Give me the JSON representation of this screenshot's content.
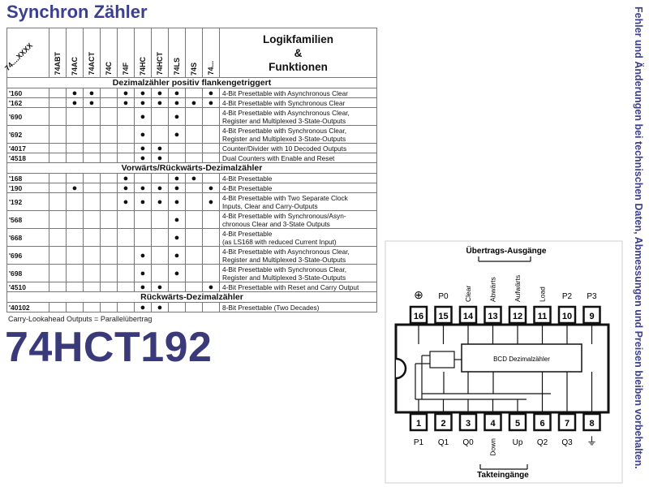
{
  "title": "Synchron Zähler",
  "part_number": "74HCT192",
  "footnote": "Carry-Lookahead Outputs = Parallelübertrag",
  "side_note": "Fehler und Änderungen bei technischen Daten, Abmessungen und Preisen bleiben vorbehalten.",
  "table": {
    "corner_label": "74....XXXX",
    "families": [
      "74ABT",
      "74AC",
      "74ACT",
      "74C",
      "74F",
      "74HC",
      "74HCT",
      "74LS",
      "74S",
      "74..."
    ],
    "func_header": [
      "Logikfamilien",
      "&",
      "Funktionen"
    ],
    "sections": [
      {
        "title": "Dezimalzähler positiv flankengetriggert",
        "rows": [
          {
            "part": "'160",
            "func": [
              "4-Bit Presettable with Asynchronous Clear"
            ],
            "dots": [
              0,
              1,
              1,
              0,
              1,
              1,
              1,
              1,
              0,
              1
            ]
          },
          {
            "part": "'162",
            "func": [
              "4-Bit Presettable with Synchronous Clear"
            ],
            "dots": [
              0,
              1,
              1,
              0,
              1,
              1,
              1,
              1,
              1,
              1
            ]
          },
          {
            "part": "'690",
            "func": [
              "4-Bit Presettable with Asynchronous Clear,",
              "Register and Multiplexed 3-State-Outputs"
            ],
            "dots": [
              0,
              0,
              0,
              0,
              0,
              1,
              0,
              1,
              0,
              0
            ]
          },
          {
            "part": "'692",
            "func": [
              "4-Bit Presettable with Synchronous Clear,",
              "Register and Multiplexed 3-State-Outputs"
            ],
            "dots": [
              0,
              0,
              0,
              0,
              0,
              1,
              0,
              1,
              0,
              0
            ]
          },
          {
            "part": "'4017",
            "func": [
              "Counter/Divider with 10 Decoded Outputs"
            ],
            "dots": [
              0,
              0,
              0,
              0,
              0,
              1,
              1,
              0,
              0,
              0
            ]
          },
          {
            "part": "'4518",
            "func": [
              "Dual Counters with Enable and Reset"
            ],
            "dots": [
              0,
              0,
              0,
              0,
              0,
              1,
              1,
              0,
              0,
              0
            ]
          }
        ]
      },
      {
        "title": "Vorwärts/Rückwärts-Dezimalzähler",
        "rows": [
          {
            "part": "'168",
            "func": [
              "4-Bit Presettable"
            ],
            "dots": [
              0,
              0,
              0,
              0,
              1,
              0,
              0,
              1,
              1,
              0
            ]
          },
          {
            "part": "'190",
            "func": [
              "4-Bit Presettable"
            ],
            "dots": [
              0,
              1,
              0,
              0,
              1,
              1,
              1,
              1,
              0,
              1
            ]
          },
          {
            "part": "'192",
            "func": [
              "4-Bit Presettable with Two Separate Clock",
              "Inputs, Clear and Carry-Outputs"
            ],
            "dots": [
              0,
              0,
              0,
              0,
              1,
              1,
              1,
              1,
              0,
              1
            ]
          },
          {
            "part": "'568",
            "func": [
              "4-Bit Presettable with Synchronous/Asyn-",
              "chronous Clear and 3-State Outputs"
            ],
            "dots": [
              0,
              0,
              0,
              0,
              0,
              0,
              0,
              1,
              0,
              0
            ]
          },
          {
            "part": "'668",
            "func": [
              "4-Bit Presettable",
              "(as LS168 with reduced Current Input)"
            ],
            "dots": [
              0,
              0,
              0,
              0,
              0,
              0,
              0,
              1,
              0,
              0
            ]
          },
          {
            "part": "'696",
            "func": [
              "4-Bit Presettable with Asynchronous Clear,",
              "Register and Multiplexed 3-State-Outputs"
            ],
            "dots": [
              0,
              0,
              0,
              0,
              0,
              1,
              0,
              1,
              0,
              0
            ]
          },
          {
            "part": "'698",
            "func": [
              "4-Bit Presettable with Synchronous Clear,",
              "Register and Multiplexed 3-State-Outputs"
            ],
            "dots": [
              0,
              0,
              0,
              0,
              0,
              1,
              0,
              1,
              0,
              0
            ]
          },
          {
            "part": "'4510",
            "func": [
              "4-Bit Presettable with Reset and Carry Output"
            ],
            "dots": [
              0,
              0,
              0,
              0,
              0,
              1,
              1,
              0,
              0,
              1
            ]
          }
        ]
      },
      {
        "title": "Rückwärts-Dezimalzähler",
        "rows": [
          {
            "part": "'40102",
            "func": [
              "8-Bit Presettable (Two Decades)"
            ],
            "dots": [
              0,
              0,
              0,
              0,
              0,
              1,
              1,
              0,
              0,
              0
            ]
          }
        ]
      }
    ]
  },
  "pinout": {
    "top_group": "Übertrags-Ausgänge",
    "bottom_group": "Takteingänge",
    "block_label": "BCD Dezimalzähler",
    "top_pins": [
      {
        "num": "16",
        "label": "⊕"
      },
      {
        "num": "15",
        "label": "P0"
      },
      {
        "num": "14",
        "label": "Clear"
      },
      {
        "num": "13",
        "label": "Abwärts"
      },
      {
        "num": "12",
        "label": "Aufwärts"
      },
      {
        "num": "11",
        "label": "Load"
      },
      {
        "num": "10",
        "label": "P2"
      },
      {
        "num": "9",
        "label": "P3"
      }
    ],
    "bottom_pins": [
      {
        "num": "1",
        "label": "P1"
      },
      {
        "num": "2",
        "label": "Q1"
      },
      {
        "num": "3",
        "label": "Q0"
      },
      {
        "num": "4",
        "label": "Down"
      },
      {
        "num": "5",
        "label": "Up"
      },
      {
        "num": "6",
        "label": "Q2"
      },
      {
        "num": "7",
        "label": "Q3"
      },
      {
        "num": "8",
        "label": "⏚"
      }
    ]
  }
}
